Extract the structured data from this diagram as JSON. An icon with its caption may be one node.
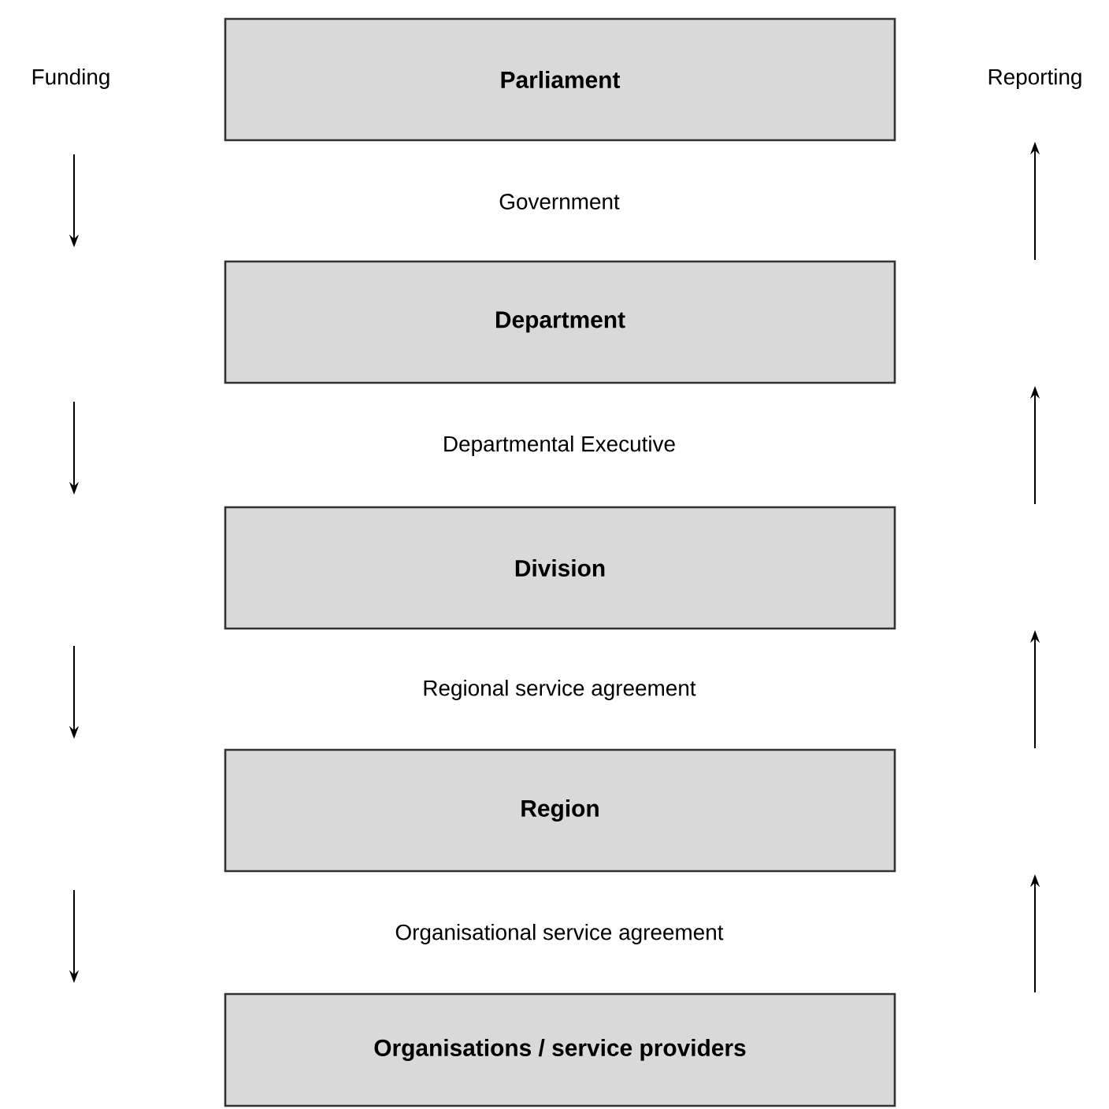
{
  "diagram": {
    "nodes": [
      {
        "text": [
          "Parliament"
        ]
      },
      {
        "text": [
          "Department"
        ]
      },
      {
        "text": [
          "Division"
        ]
      },
      {
        "text": [
          "Region"
        ]
      },
      {
        "text": [
          "Organisations / service providers"
        ]
      }
    ],
    "labels": [
      "Funding",
      "Reporting",
      "Government",
      "Departmental Executive",
      "Regional service agreement",
      "Organisational service agreement"
    ]
  }
}
